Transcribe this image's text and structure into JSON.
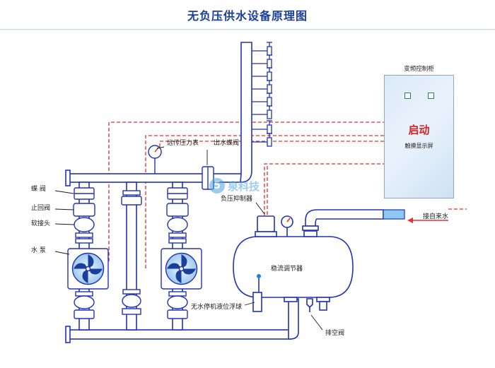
{
  "title": "无负压供水设备原理图",
  "watermark": {
    "logo_glyph": "5",
    "text": "泉科技"
  },
  "cabinet": {
    "title": "变频控制柜",
    "start_label": "启动",
    "screen_label": "触摸显示屏"
  },
  "labels": {
    "butterfly_valve": "蝶  阀",
    "check_valve": "止回阀",
    "soft_joint": "软接头",
    "pump": "水  泵",
    "remote_pressure_gauge": "远传压力表",
    "outlet_butterfly_valve": "出水蝶阀",
    "negative_pressure_suppressor": "负压抑制器",
    "stabilizer_tank": "稳流调节器",
    "float_switch": "无水停机液位浮球",
    "drain_valve": "排空阀",
    "tap_water_inlet": "接自来水"
  },
  "colors": {
    "pipe": "#2232b8",
    "pipe_fill": "#ffffff",
    "signal_line": "#e03030",
    "inlet_water": "#8cc8f0",
    "title": "#1a3f9a",
    "start_text": "#e02020"
  }
}
